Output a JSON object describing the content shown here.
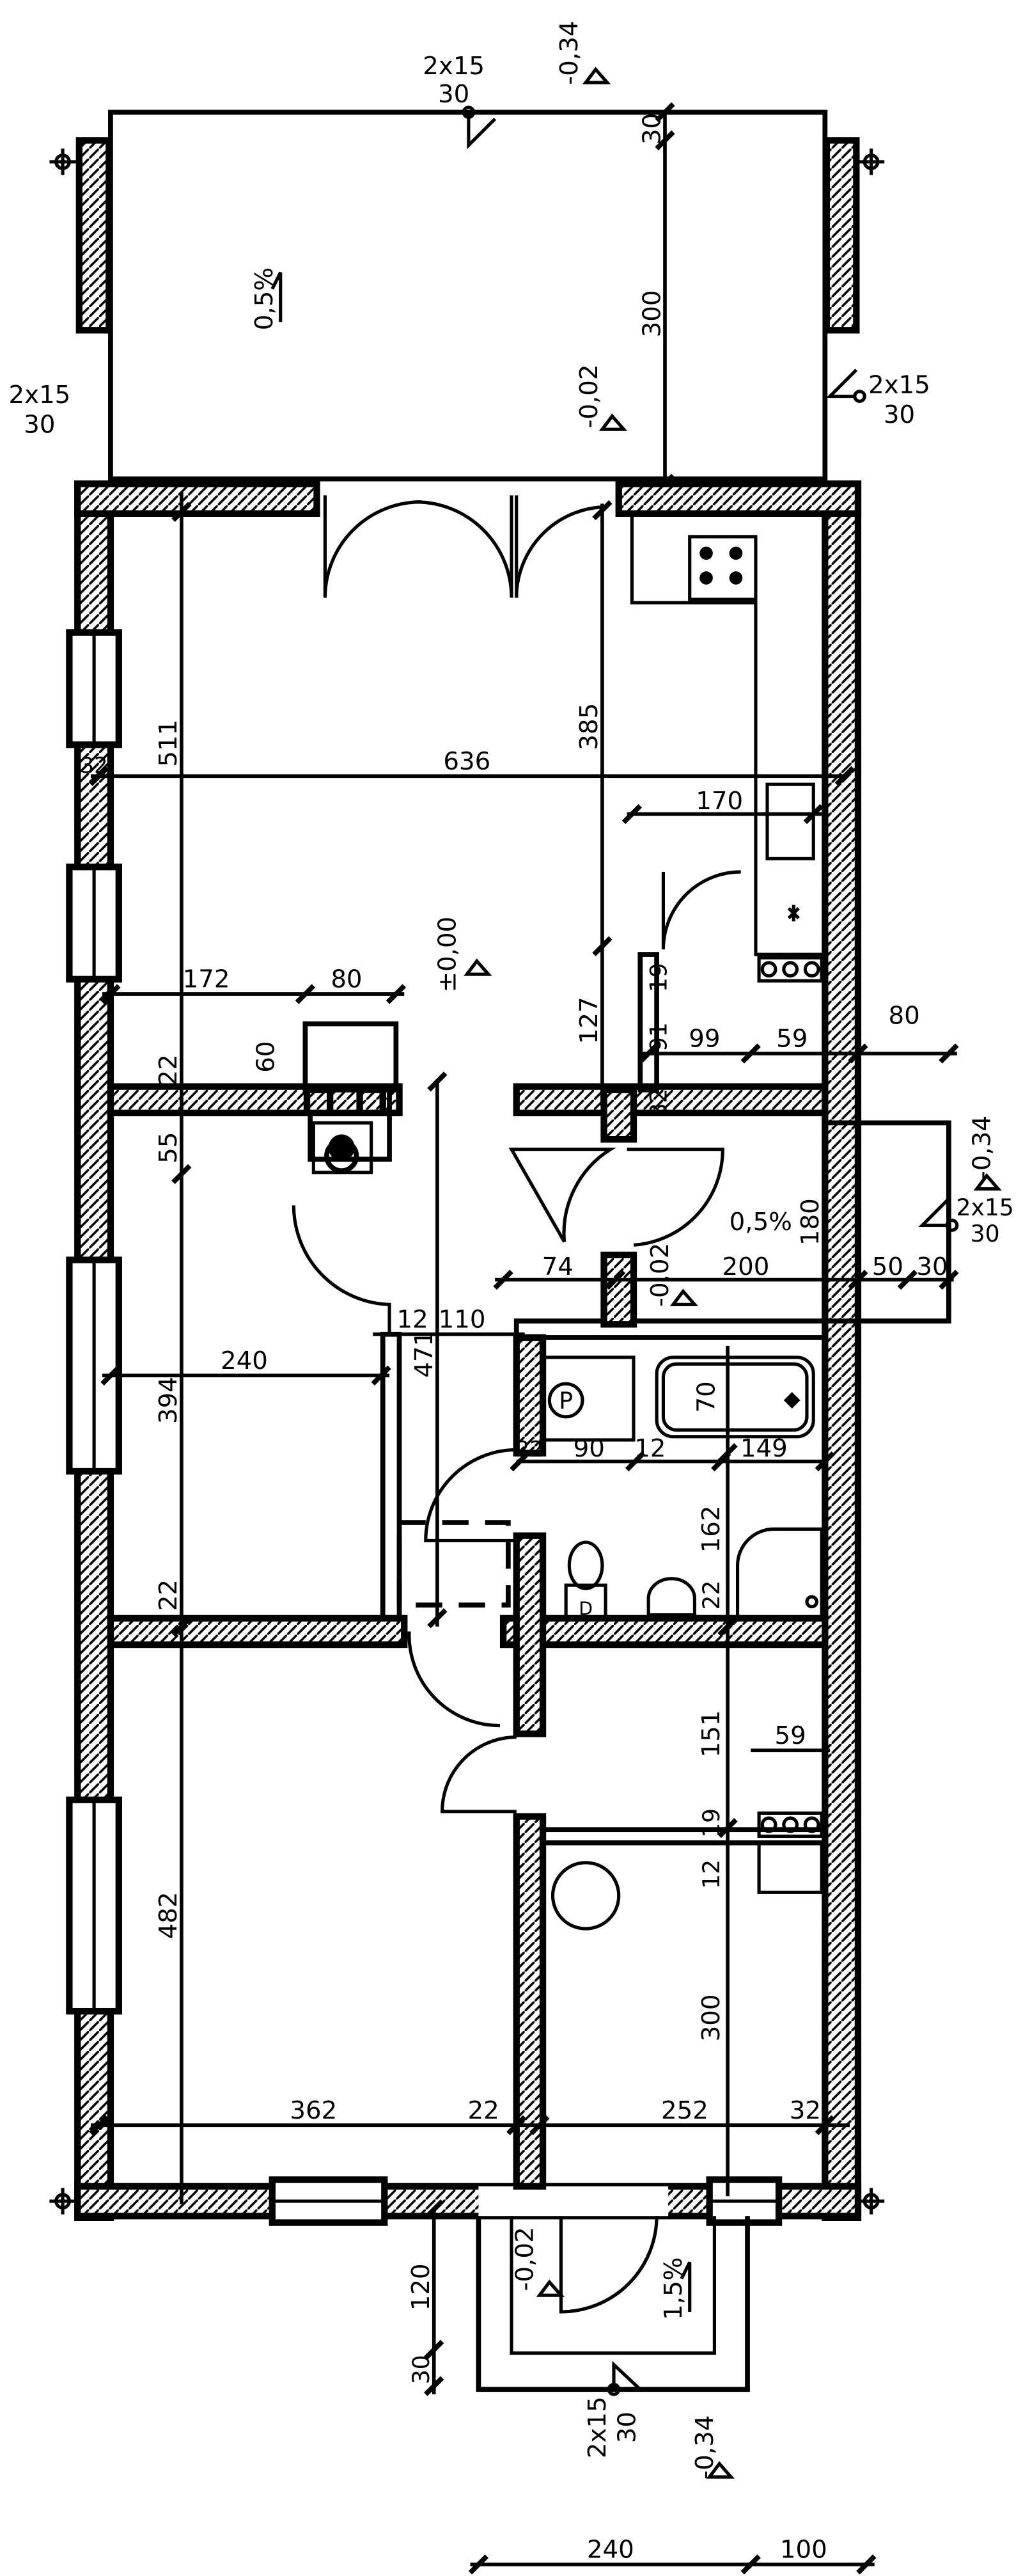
{
  "dimensions": {
    "terrace_height": "300",
    "terrace_top_gap": "30",
    "living_depth": "511",
    "kitchen_depth": "385",
    "interior_width": "636",
    "kitchen_unit_width": "170",
    "hall_width": "172",
    "chimney_width": "80",
    "chimney_depth": "60",
    "wall_22_a": "22",
    "wall_55": "55",
    "passage_127": "127",
    "d19_a": "19",
    "d91": "91",
    "d99": "99",
    "d59_a": "59",
    "ext_80": "80",
    "d32_a": "32",
    "d32_b": "32",
    "d180": "180",
    "d74": "74",
    "d200": "200",
    "d50": "50",
    "d30_side": "30",
    "d12_a": "12",
    "d110": "110",
    "d471": "471",
    "room_width_240": "240",
    "room_depth_394": "394",
    "d70": "70",
    "d22_b": "22",
    "d90": "90",
    "d12_b": "12",
    "d149": "149",
    "d162": "162",
    "d22_c": "22",
    "wall_22_d": "22",
    "d151": "151",
    "d59_b": "59",
    "d19_b": "19",
    "d12_c": "12",
    "bedroom_depth_482": "482",
    "d300_b": "300",
    "bedroom_width_362": "362",
    "d22_e": "22",
    "d252": "252",
    "d32_c": "32",
    "porch_depth_120": "120",
    "porch_gap_30": "30",
    "bottom_240": "240",
    "bottom_100": "100"
  },
  "levels": {
    "top": "-0,34",
    "terrace": "-0,02",
    "interior": "±0,00",
    "side_entrance": "-0,02",
    "side_outside": "-0,34",
    "porch": "-0,02",
    "bottom": "-0,34"
  },
  "slopes": {
    "terrace": "0,5%",
    "side_entrance": "0,5%",
    "porch": "1,5%"
  },
  "downpipes": {
    "top_line1": "2x15",
    "top_line2": "30",
    "left_line1": "2x15",
    "left_line2": "30",
    "right_line1": "2x15",
    "right_line2": "30",
    "side_line1": "2x15",
    "side_line2": "30",
    "bottom_line1": "2x15",
    "bottom_line2": "30"
  },
  "fixtures": {
    "boiler_label": "P",
    "washer_label": "D"
  }
}
